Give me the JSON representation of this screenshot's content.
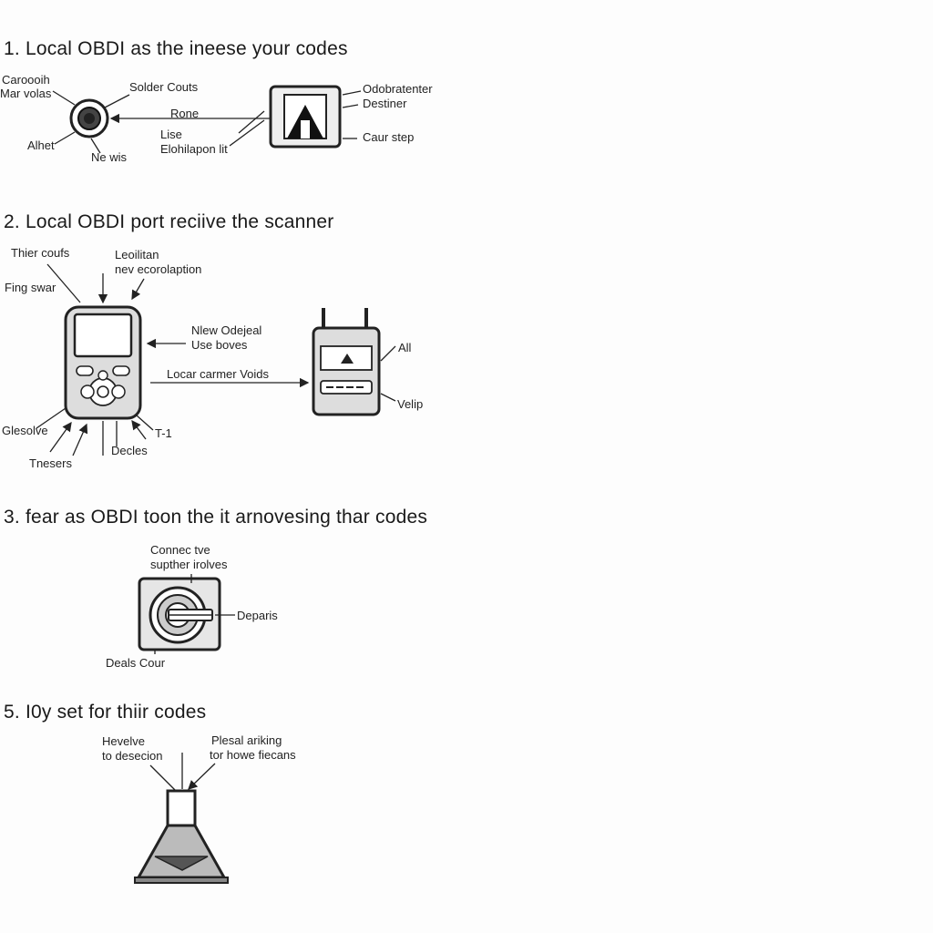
{
  "steps": [
    {
      "title": "1. Local OBDI as the ineese your codes",
      "labels": {
        "l1": "Caroooih",
        "l2": "Mar volas",
        "l3": "Solder Couts",
        "l4": "Rone",
        "l5": "Lise",
        "l6": "Elohilapon lit",
        "l7": "Ne wis",
        "l8": "Alhet",
        "l9": "Odobratenter",
        "l10": "Destiner",
        "l11": "Caur step"
      }
    },
    {
      "title": "2. Local OBDI port reciive the scanner",
      "labels": {
        "l1": "Thier coufs",
        "l2": "Leoilitan",
        "l3": "nev ecorolaption",
        "l4": "Fing swar",
        "l5": "Nlew Odejeal",
        "l6": "Use boves",
        "l7": "Locar carmer Voids",
        "l8": "All",
        "l9": "Velip",
        "l10": "Glesolve",
        "l11": "T-1",
        "l12": "Decles",
        "l13": "Tnesers"
      }
    },
    {
      "title": "3. fear as OBDI toon the it arnovesing thar codes",
      "labels": {
        "l1": "Connec tve",
        "l2": "supther irolves",
        "l3": "Deparis",
        "l4": "Deals Cour"
      }
    },
    {
      "title": "5. I0y set for thiir codes",
      "labels": {
        "l1": "Hevelve",
        "l2": "to desecion",
        "l3": "Plesal ariking",
        "l4": "tor howe fiecans"
      }
    }
  ]
}
